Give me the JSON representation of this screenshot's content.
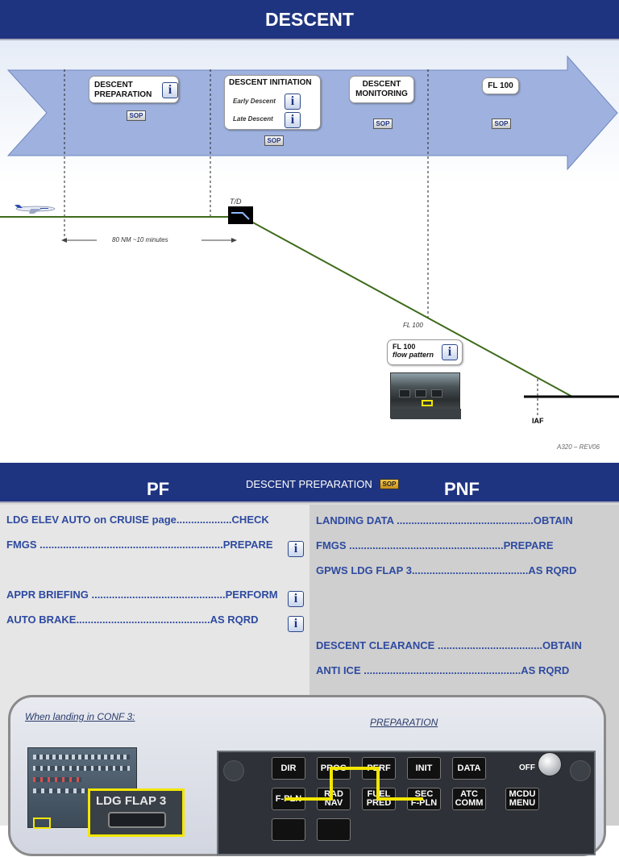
{
  "slide1": {
    "title": "DESCENT",
    "phases": [
      {
        "label": "DESCENT\nPREPARATION",
        "sop": "SOP"
      },
      {
        "label": "DESCENT INITIATION",
        "items": [
          "Early Descent",
          "Late Descent"
        ],
        "sop": "SOP"
      },
      {
        "label": "DESCENT\nMONITORING",
        "sop": "SOP"
      },
      {
        "label": "FL 100",
        "sop": "SOP"
      }
    ],
    "td_label": "T/D",
    "distance_label": "80 NM ~10 minutes",
    "fl100_label": "FL 100",
    "fl100_box": {
      "title": "FL 100",
      "subtitle": "flow pattern"
    },
    "iaf_label": "IAF",
    "footer": "A320 –  REV06",
    "info_glyph": "i"
  },
  "slide2": {
    "pf": "PF",
    "pnf": "PNF",
    "section_title": "DESCENT  PREPARATION",
    "sop": "SOP",
    "pf_items": [
      {
        "name": "LDG ELEV  AUTO on CRUISE page",
        "dots": "...................",
        "action": "CHECK"
      },
      {
        "name": "FMGS ",
        "dots": "...............................................................",
        "action": "PREPARE"
      },
      {
        "name": "APPR BRIEFING ",
        "dots": "..............................................",
        "action": "PERFORM"
      },
      {
        "name": "AUTO BRAKE",
        "dots": "..............................................",
        "action": "AS RQRD"
      }
    ],
    "pnf_items": [
      {
        "name": "LANDING DATA ",
        "dots": "...............................................",
        "action": "OBTAIN"
      },
      {
        "name": "FMGS ",
        "dots": ".....................................................",
        "action": "PREPARE"
      },
      {
        "name": "GPWS LDG FLAP 3",
        "dots": "........................................",
        "action": "AS RQRD"
      },
      {
        "name": "DESCENT CLEARANCE ",
        "dots": "....................................",
        "action": "OBTAIN"
      },
      {
        "name": "ANTI ICE ",
        "dots": "......................................................",
        "action": "AS RQRD"
      }
    ],
    "conf3_label": "When  landing in CONF 3:",
    "preparation_label": "PREPARATION",
    "ldg_flap_label": "LDG FLAP 3",
    "mcdu_keys_row1": [
      "DIR",
      "PROG",
      "PERF",
      "INIT",
      "DATA"
    ],
    "mcdu_keys_row2": [
      "F-PLN",
      "RAD\nNAV",
      "FUEL\nPRED",
      "SEC\nF-PLN",
      "ATC\nCOMM",
      "MCDU\nMENU"
    ],
    "off_label": "OFF"
  },
  "colors": {
    "brand": "#1f3480",
    "arrow": "#9fb2df",
    "path": "#3d6b1a",
    "highlight": "#f2e600",
    "text_blue": "#2e4aa0"
  }
}
